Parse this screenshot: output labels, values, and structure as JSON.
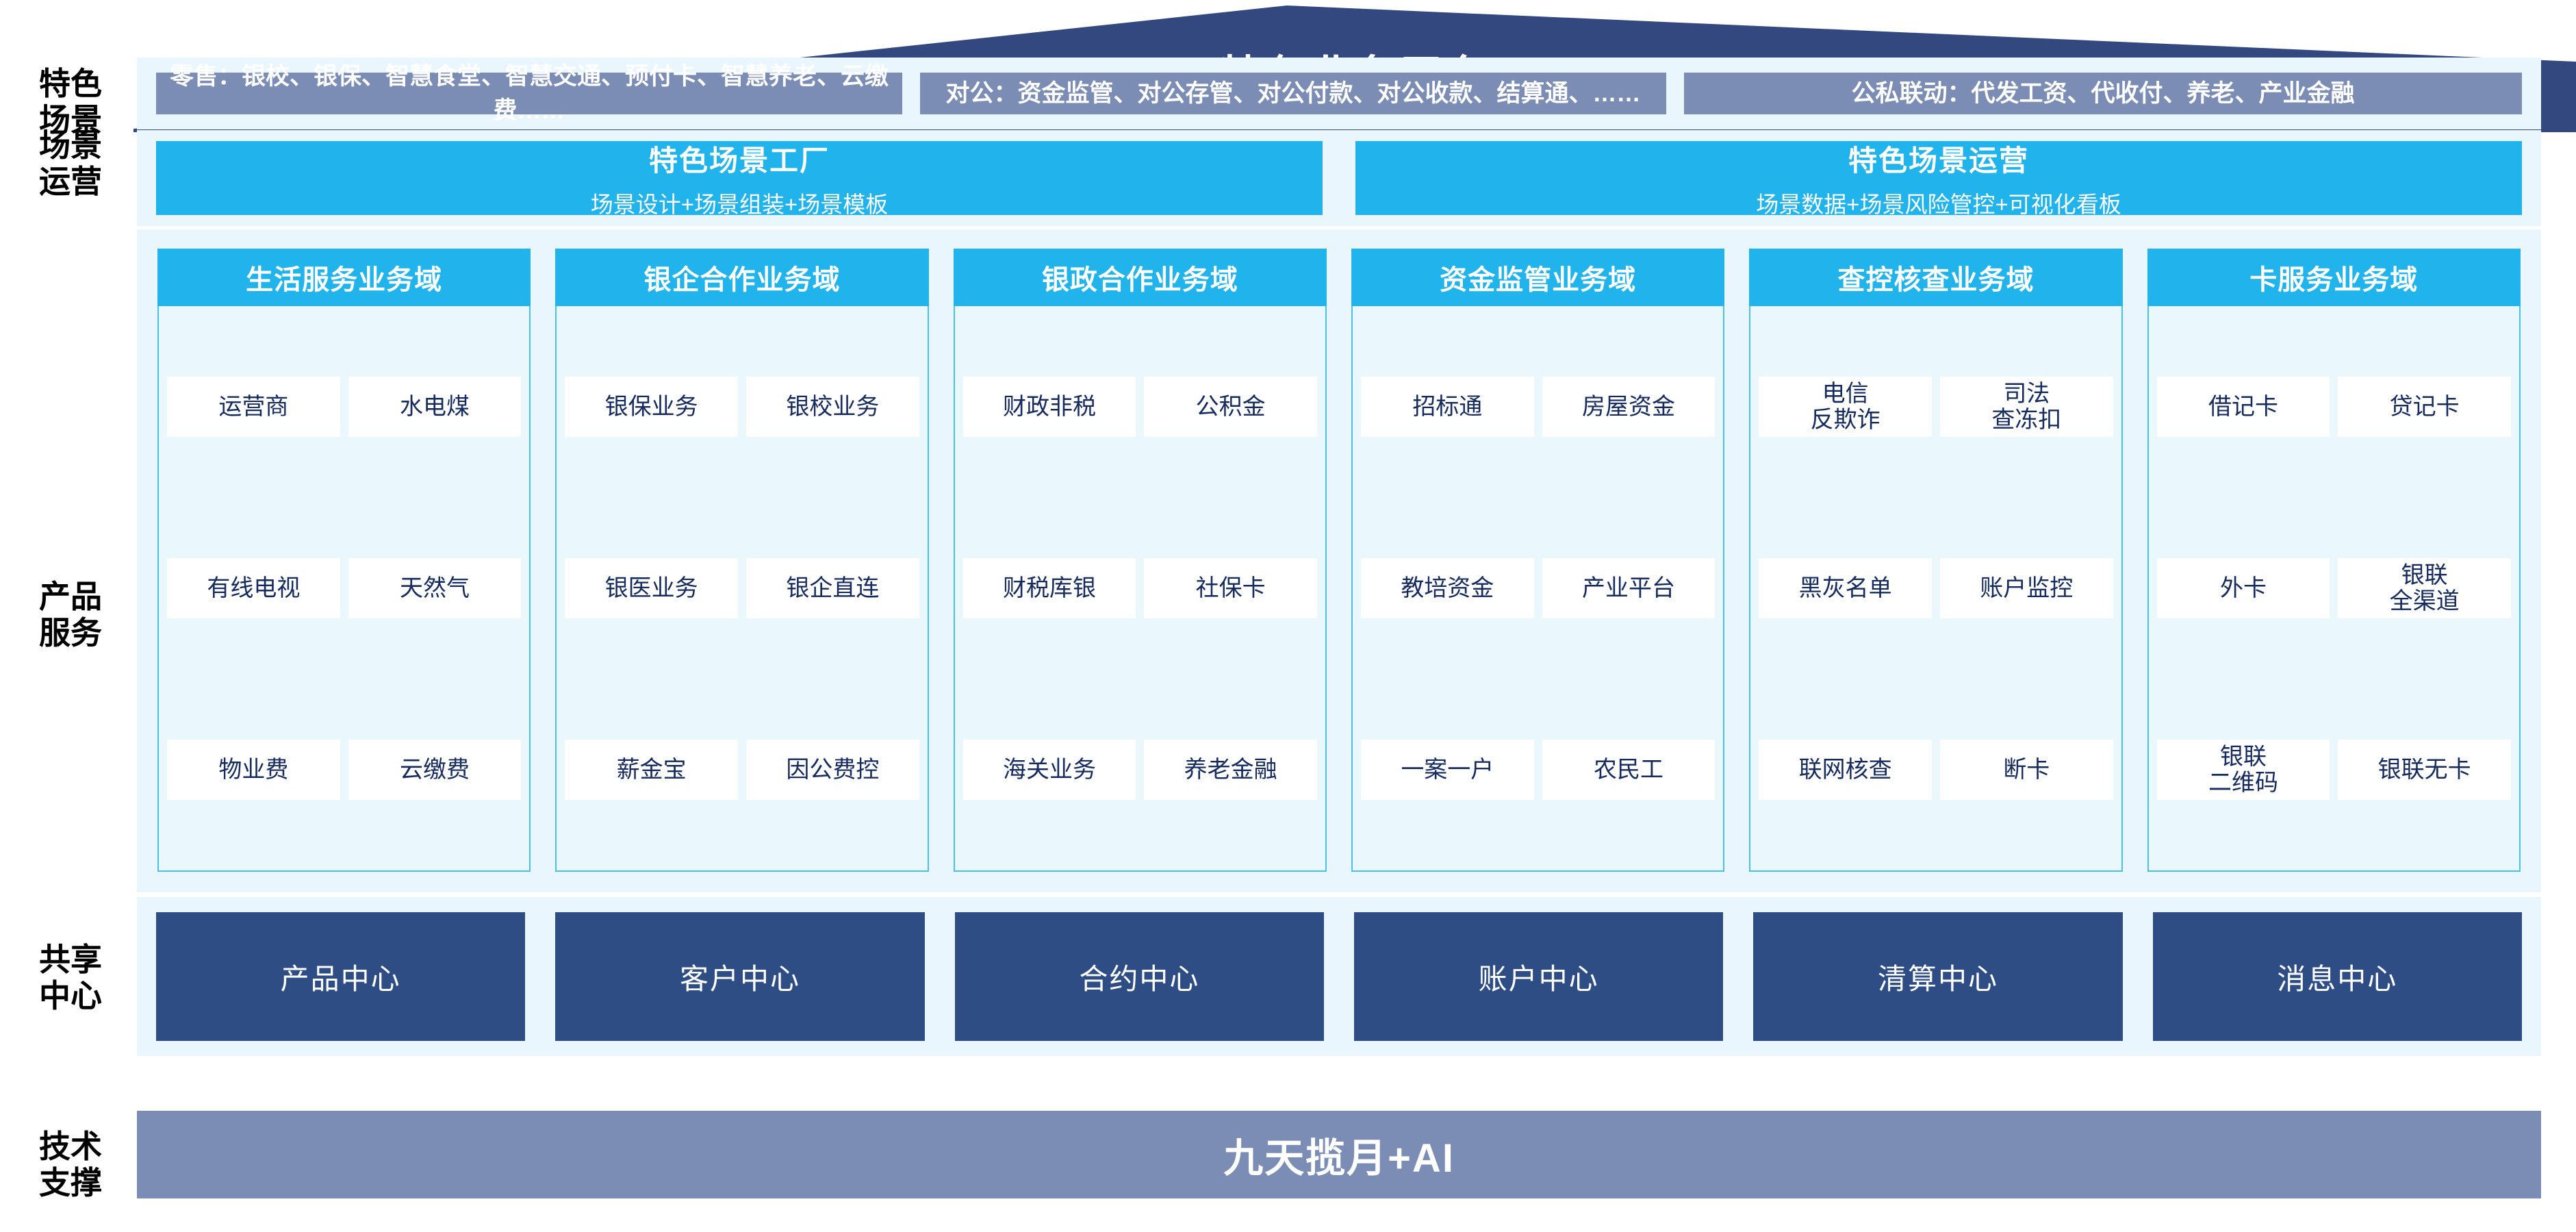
{
  "header": {
    "title": "特色业务平台",
    "roof_color": "#33487e"
  },
  "row_labels": {
    "scene": "特色\n场景",
    "operation": "场景\n运营",
    "product": "产品\n服务",
    "center": "共享\n中心",
    "tech": "技术\n支撑"
  },
  "scene_row": {
    "boxes": [
      {
        "text": "零售：银校、银保、智慧食堂、智慧交通、预付卡、智慧养老、云缴费……"
      },
      {
        "text": "对公：资金监管、对公存管、对公付款、对公收款、结算通、……"
      },
      {
        "text": "公私联动：代发工资、代收付、养老、产业金融"
      }
    ],
    "box_color": "#7b8db4"
  },
  "operation_row": {
    "boxes": [
      {
        "title": "特色场景工厂",
        "subtitle": "场景设计+场景组装+场景模板"
      },
      {
        "title": "特色场景运营",
        "subtitle": "场景数据+场景风险管控+可视化看板"
      }
    ],
    "box_color": "#21b4ec"
  },
  "product_row": {
    "accent_color": "#21b4ec",
    "columns": [
      {
        "title": "生活服务业务域",
        "rows": [
          [
            "运营商",
            "水电煤"
          ],
          [
            "有线电视",
            "天然气"
          ],
          [
            "物业费",
            "云缴费"
          ]
        ]
      },
      {
        "title": "银企合作业务域",
        "rows": [
          [
            "银保业务",
            "银校业务"
          ],
          [
            "银医业务",
            "银企直连"
          ],
          [
            "薪金宝",
            "因公费控"
          ]
        ]
      },
      {
        "title": "银政合作业务域",
        "rows": [
          [
            "财政非税",
            "公积金"
          ],
          [
            "财税库银",
            "社保卡"
          ],
          [
            "海关业务",
            "养老金融"
          ]
        ]
      },
      {
        "title": "资金监管业务域",
        "rows": [
          [
            "招标通",
            "房屋资金"
          ],
          [
            "教培资金",
            "产业平台"
          ],
          [
            "一案一户",
            "农民工"
          ]
        ]
      },
      {
        "title": "查控核查业务域",
        "rows": [
          [
            "电信\n反欺诈",
            "司法\n查冻扣"
          ],
          [
            "黑灰名单",
            "账户监控"
          ],
          [
            "联网核查",
            "断卡"
          ]
        ]
      },
      {
        "title": "卡服务业务域",
        "rows": [
          [
            "借记卡",
            "贷记卡"
          ],
          [
            "外卡",
            "银联\n全渠道"
          ],
          [
            "银联\n二维码",
            "银联无卡"
          ]
        ]
      }
    ]
  },
  "center_row": {
    "boxes": [
      "产品中心",
      "客户中心",
      "合约中心",
      "账户中心",
      "清算中心",
      "消息中心"
    ],
    "box_color": "#2e4d84"
  },
  "tech_row": {
    "label": "九天揽月+AI",
    "bar_color": "#7b8db4"
  }
}
